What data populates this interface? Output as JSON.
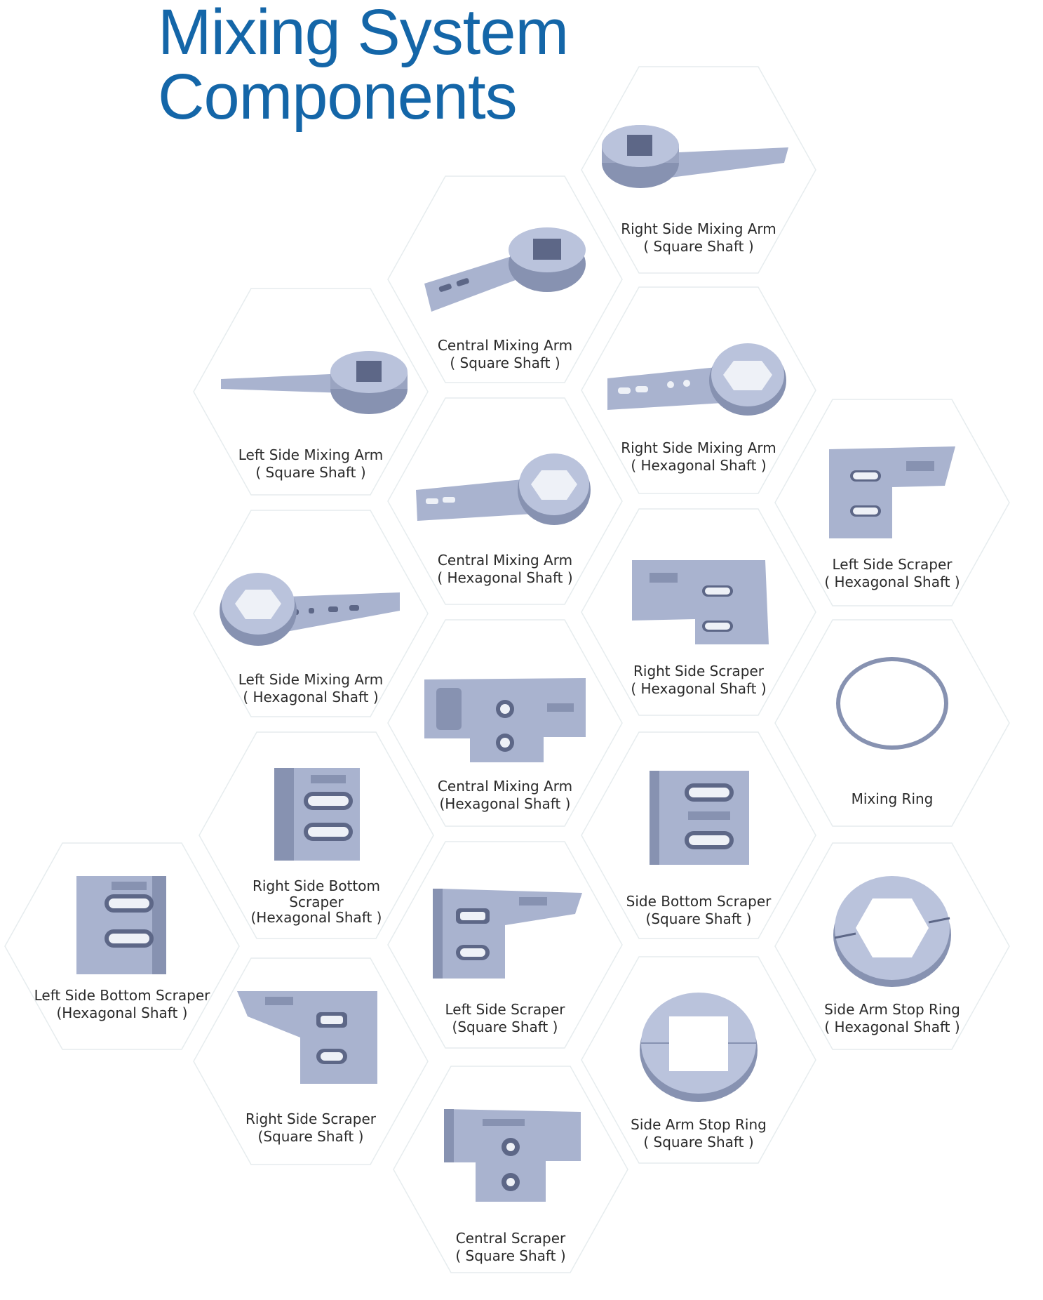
{
  "title": {
    "line1": "Mixing System",
    "line2": "Components"
  },
  "colors": {
    "title": "#1466a8",
    "part_fill": "#a9b3cf",
    "part_shade": "#8792b1",
    "part_dark": "#5d6787",
    "hex_stroke": "#e6ecee"
  },
  "components": [
    {
      "line1": "Right Side Mixing Arm",
      "line2": "( Square Shaft )",
      "icon": "arm-square-right-icon"
    },
    {
      "line1": "Central Mixing Arm",
      "line2": "( Square Shaft )",
      "icon": "arm-square-central-icon"
    },
    {
      "line1": "Left Side Mixing Arm",
      "line2": "( Square Shaft )",
      "icon": "arm-square-left-icon"
    },
    {
      "line1": "Right Side Mixing Arm",
      "line2": "( Hexagonal Shaft )",
      "icon": "arm-hex-right-icon"
    },
    {
      "line1": "Central Mixing Arm",
      "line2": "( Hexagonal Shaft )",
      "icon": "arm-hex-central-icon"
    },
    {
      "line1": "Left  Side Scraper",
      "line2": "( Hexagonal Shaft )",
      "icon": "scraper-left-hex-icon"
    },
    {
      "line1": "Left Side Mixing Arm",
      "line2": "( Hexagonal Shaft )",
      "icon": "arm-hex-left-icon"
    },
    {
      "line1": "Right Side Scraper",
      "line2": "( Hexagonal Shaft )",
      "icon": "scraper-right-hex-icon"
    },
    {
      "line1": "Central Mixing Arm",
      "line2": "(Hexagonal Shaft )",
      "icon": "central-blade-hex-icon"
    },
    {
      "line1": "Mixing Ring",
      "line2": "",
      "icon": "mixing-ring-icon"
    },
    {
      "line1": "Right Side Bottom",
      "line2": "Scraper",
      "line3": "(Hexagonal Shaft )",
      "icon": "bottom-scraper-right-hex-icon"
    },
    {
      "line1": "Side Bottom Scraper",
      "line2": "(Square Shaft )",
      "icon": "side-bottom-scraper-square-icon"
    },
    {
      "line1": "Left Side Bottom Scraper",
      "line2": "(Hexagonal Shaft )",
      "icon": "bottom-scraper-left-hex-icon"
    },
    {
      "line1": "Left Side Scraper",
      "line2": "(Square Shaft )",
      "icon": "scraper-left-square-icon"
    },
    {
      "line1": "Side Arm Stop Ring",
      "line2": "( Hexagonal Shaft )",
      "icon": "stop-ring-hex-icon"
    },
    {
      "line1": "Right Side Scraper",
      "line2": "(Square Shaft )",
      "icon": "scraper-right-square-icon"
    },
    {
      "line1": "Side Arm Stop Ring",
      "line2": "( Square Shaft )",
      "icon": "stop-ring-square-icon"
    },
    {
      "line1": "Central Scraper",
      "line2": "( Square Shaft )",
      "icon": "central-scraper-square-icon"
    }
  ]
}
